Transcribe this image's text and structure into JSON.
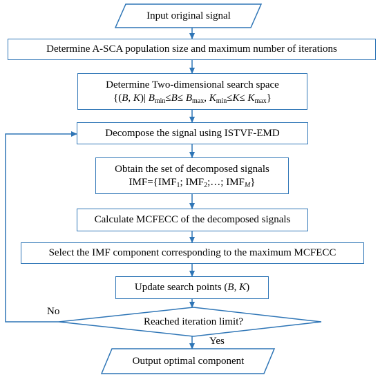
{
  "input_box": {
    "label": "Input original signal"
  },
  "step_population": {
    "label": "Determine A-SCA population size and maximum number of iterations"
  },
  "step_search_space": {
    "line1": "Determine Two-dimensional search space",
    "b_open": "{(",
    "b_var": "B",
    "b_comma": ", ",
    "k_var": "K",
    "b_close": ")| ",
    "b2": "B",
    "min_sub": "min",
    "le1": "≤",
    "b3": "B",
    "le2": "≤ ",
    "b4": "B",
    "max_sub": "max",
    "sep": ", ",
    "k2": "K",
    "kmin_sub": "min",
    "le3": "≤",
    "k3": "K",
    "le4": "≤ ",
    "k4": "K",
    "kmax_sub": "max",
    "close": "}"
  },
  "step_decompose": {
    "label": "Decompose the signal using ISTVF-EMD"
  },
  "step_obtain": {
    "line1": "Obtain the set of decomposed signals",
    "imf_prefix": "IMF={IMF",
    "sub1": "1",
    "semi1": "; IMF",
    "sub2": "2",
    "semi2": ";…; IMF",
    "subM": "M",
    "suffix": "}"
  },
  "step_calculate": {
    "label": "Calculate MCFECC of the decomposed signals"
  },
  "step_select": {
    "label": "Select the IMF component corresponding to the maximum MCFECC"
  },
  "step_update": {
    "prefix": "Update search points (",
    "b": "B",
    "comma": ", ",
    "k": "K",
    "suffix": ")"
  },
  "decision": {
    "label": "Reached iteration limit?",
    "no_label": "No",
    "yes_label": "Yes"
  },
  "output_box": {
    "label": "Output optimal component"
  },
  "colors": {
    "stroke": "#2e75b6",
    "fill": "#ffffff",
    "text": "#000000"
  }
}
